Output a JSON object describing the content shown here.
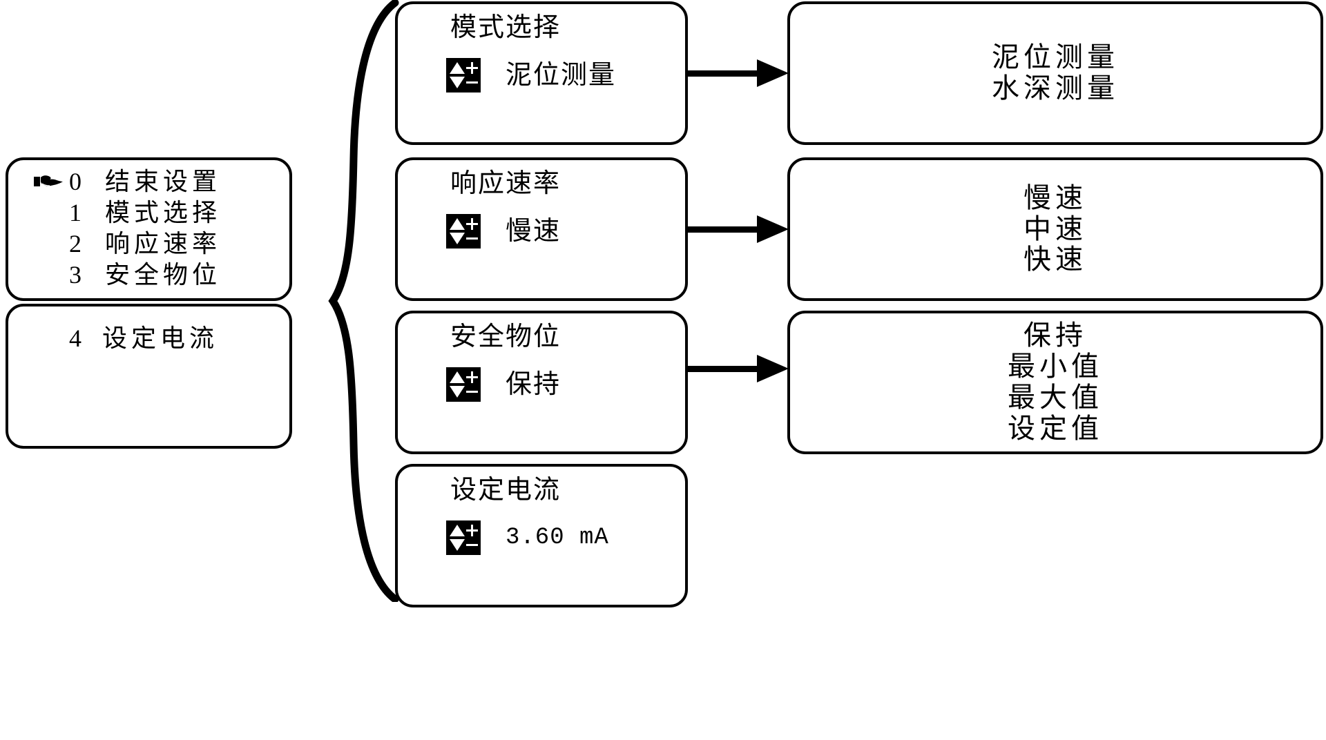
{
  "diagram": {
    "title_semantic": "device-menu-navigation-diagram",
    "colors": {
      "line": "#000000",
      "background": "#ffffff",
      "icon_fill": "#000000",
      "icon_mark": "#ffffff"
    },
    "icon_names": {
      "pointer": "pointing-hand-icon",
      "adjust": "plus-minus-updown-icon",
      "arrow": "right-arrow-icon",
      "brace": "curly-brace-icon"
    }
  },
  "left_panel": {
    "menu_box": {
      "name": "main-menu-display",
      "rows": [
        {
          "index": "0",
          "label": "结束设置",
          "selected": true
        },
        {
          "index": "1",
          "label": "模式选择",
          "selected": false
        },
        {
          "index": "2",
          "label": "响应速率",
          "selected": false
        },
        {
          "index": "3",
          "label": "安全物位",
          "selected": false
        }
      ]
    },
    "extra_box": {
      "name": "scrolled-menu-display",
      "row": {
        "index": "4",
        "label": "设定电流"
      }
    }
  },
  "middle_panel": {
    "items": [
      {
        "name": "mode-select-screen",
        "title": "模式选择",
        "value": "泥位测量",
        "value_kind": "text"
      },
      {
        "name": "response-rate-screen",
        "title": "响应速率",
        "value": "慢速",
        "value_kind": "text"
      },
      {
        "name": "safety-level-screen",
        "title": "安全物位",
        "value": "保持",
        "value_kind": "text"
      },
      {
        "name": "set-current-screen",
        "title": "设定电流",
        "value": "3.60 mA",
        "value_kind": "number"
      }
    ]
  },
  "right_panel": {
    "option_groups": [
      {
        "name": "mode-select-options",
        "options": [
          "泥位测量",
          "水深测量"
        ]
      },
      {
        "name": "response-rate-options",
        "options": [
          "慢速",
          "中速",
          "快速"
        ]
      },
      {
        "name": "safety-level-options",
        "options": [
          "保持",
          "最小值",
          "最大值",
          "设定值"
        ]
      }
    ]
  }
}
